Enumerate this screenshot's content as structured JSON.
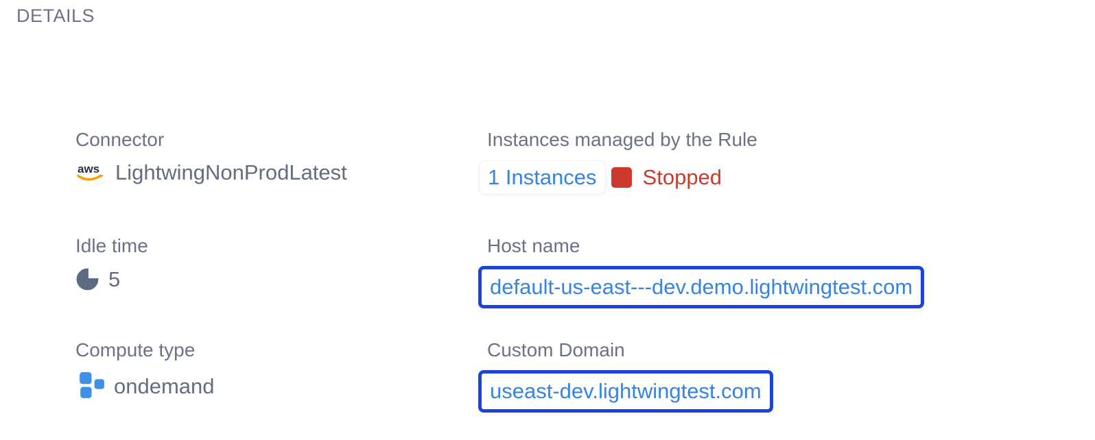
{
  "title": "DETAILS",
  "fields": {
    "connector": {
      "label": "Connector",
      "value": "LightwingNonProdLatest",
      "icon": "aws-logo-icon"
    },
    "instances": {
      "label": "Instances managed by the Rule",
      "count_link": "1 Instances",
      "status": "Stopped",
      "status_icon": "stopped-square-icon"
    },
    "idle_time": {
      "label": "Idle time",
      "value": "5",
      "icon": "pie-chart-icon"
    },
    "host_name": {
      "label": "Host name",
      "value": "default-us-east---dev.demo.lightwingtest.com"
    },
    "compute_type": {
      "label": "Compute type",
      "value": "ondemand",
      "icon": "compute-squares-icon"
    },
    "custom_domain": {
      "label": "Custom Domain",
      "value": "useast-dev.lightwingtest.com"
    }
  },
  "colors": {
    "label_gray": "#6a7284",
    "value_gray": "#636d7e",
    "link_blue": "#3583e3",
    "box_border_blue": "#1e44d7",
    "status_red": "#cd3a2b",
    "aws_navy": "#252f3e",
    "aws_orange": "#ff9900",
    "compute_blue": "#3e91e5",
    "pie_slate": "#5d6b80"
  }
}
